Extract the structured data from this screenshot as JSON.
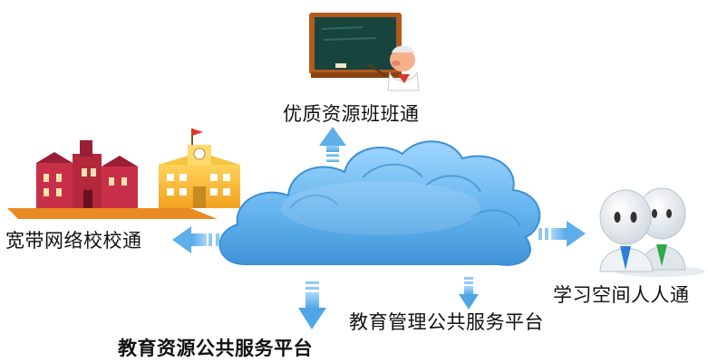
{
  "labels": {
    "top": "优质资源班班通",
    "left": "宽带网络校校通",
    "right": "学习空间人人通",
    "bottom_left": "教育资源公共服务平台",
    "bottom_right": "教育管理公共服务平台"
  },
  "colors": {
    "cloud_fill": "#6fbcf0",
    "cloud_edge": "#3b8fd6",
    "arrow": "#6ab4ec",
    "label": "#111111"
  },
  "icons": {
    "top": "blackboard-teacher-icon",
    "left": "campus-buildings-icon",
    "right": "people-figures-icon",
    "center": "cloud-icon"
  }
}
